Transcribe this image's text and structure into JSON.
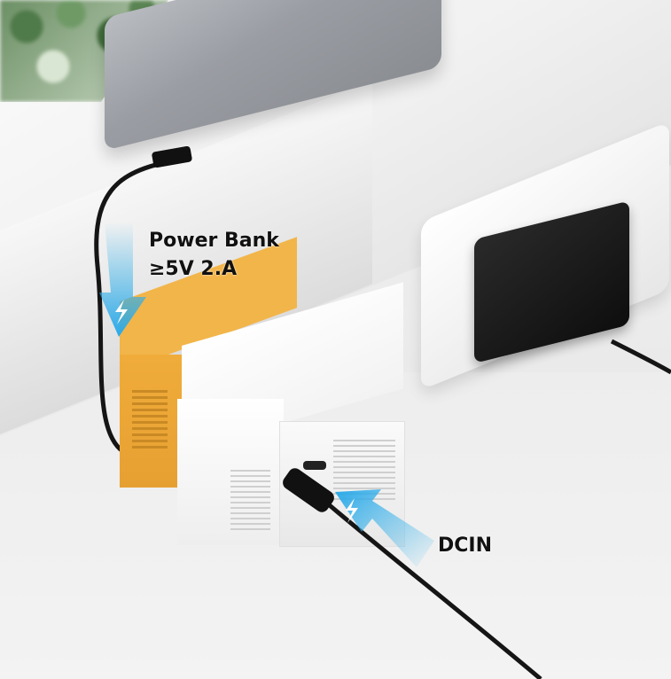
{
  "image": {
    "description": "Mini projector (yellow and white) powered by a power bank via USB cable or by a DC wall adapter",
    "colors": {
      "projector_yellow": "#f2b54a",
      "projector_white": "#ffffff",
      "power_bank": "#9a9da3",
      "adapter": "#1a1a1a",
      "arrow_blue": "#3ab6ee"
    }
  },
  "labels": {
    "power_bank_line1": "Power Bank",
    "power_bank_line2": "≥5V 2.A",
    "dc_input": "DCIN"
  }
}
